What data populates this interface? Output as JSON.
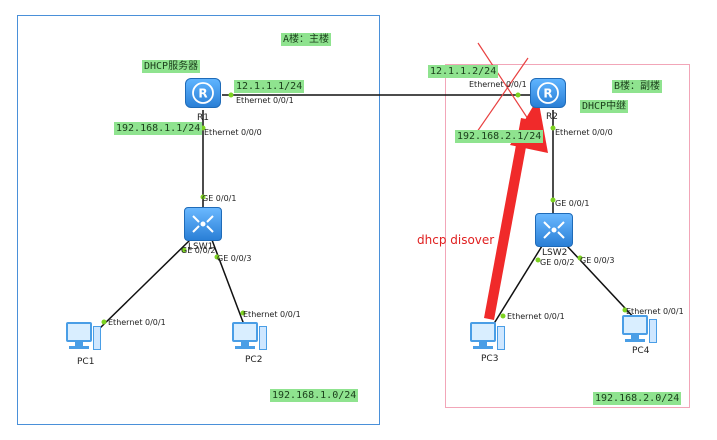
{
  "building_a": {
    "label": "A楼：主楼",
    "subnet": "192.168.1.0/24"
  },
  "building_b": {
    "label": "B楼：副楼",
    "subnet": "192.168.2.0/24"
  },
  "r1": {
    "name": "R1",
    "role": "DHCP服务器",
    "wan_ip": "12.1.1.1/24",
    "lan_ip": "192.168.1.1/24",
    "port_wan": "Ethernet 0/0/1",
    "port_lan": "Ethernet 0/0/0"
  },
  "r2": {
    "name": "R2",
    "role": "DHCP中继",
    "wan_ip": "12.1.1.2/24",
    "lan_ip": "192.168.2.1/24",
    "port_wan": "Ethernet 0/0/1",
    "port_lan": "Ethernet 0/0/0"
  },
  "lsw1": {
    "name": "LSW1",
    "port_up": "GE 0/0/1",
    "port_pc1": "GE 0/0/2",
    "port_pc2": "GE 0/0/3"
  },
  "lsw2": {
    "name": "LSW2",
    "port_up": "GE 0/0/1",
    "port_pc3": "GE 0/0/2",
    "port_pc4": "GE 0/0/3"
  },
  "pc1": {
    "name": "PC1",
    "port": "Ethernet 0/0/1"
  },
  "pc2": {
    "name": "PC2",
    "port": "Ethernet 0/0/1"
  },
  "pc3": {
    "name": "PC3",
    "port": "Ethernet 0/0/1"
  },
  "pc4": {
    "name": "PC4",
    "port": "Ethernet 0/0/1"
  },
  "annotation": {
    "text": "dhcp disover",
    "color": "#e02020"
  },
  "colors": {
    "label_bg": "#8fe38f",
    "area_a_border": "#4a90d9",
    "area_b_border": "#f2a6b8",
    "link": "#111111",
    "port_dot": "#7dd321"
  }
}
